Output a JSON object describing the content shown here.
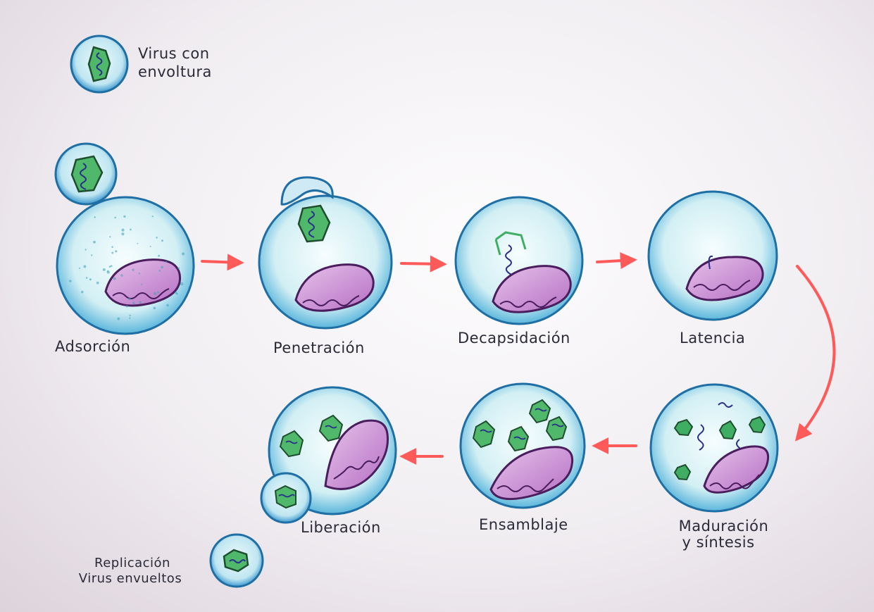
{
  "legend": {
    "line1": "Virus con",
    "line2": "envoltura"
  },
  "stages": {
    "adsorcion": "Adsorción",
    "penetracion": "Penetración",
    "decapsidacion": "Decapsidación",
    "latencia": "Latencia",
    "maduracion_line1": "Maduración",
    "maduracion_line2": "y síntesis",
    "ensamblaje": "Ensamblaje",
    "liberacion": "Liberación"
  },
  "caption": {
    "line1": "Replicación",
    "line2": "Virus envueltos"
  },
  "colors": {
    "membrane": "#2f8fc8",
    "cytoplasm": "#cdeef2",
    "mitochondria": "#b06ac0",
    "capsid": "#3fae62",
    "genome": "#2a2f8a",
    "arrow": "#ff5a5a"
  }
}
